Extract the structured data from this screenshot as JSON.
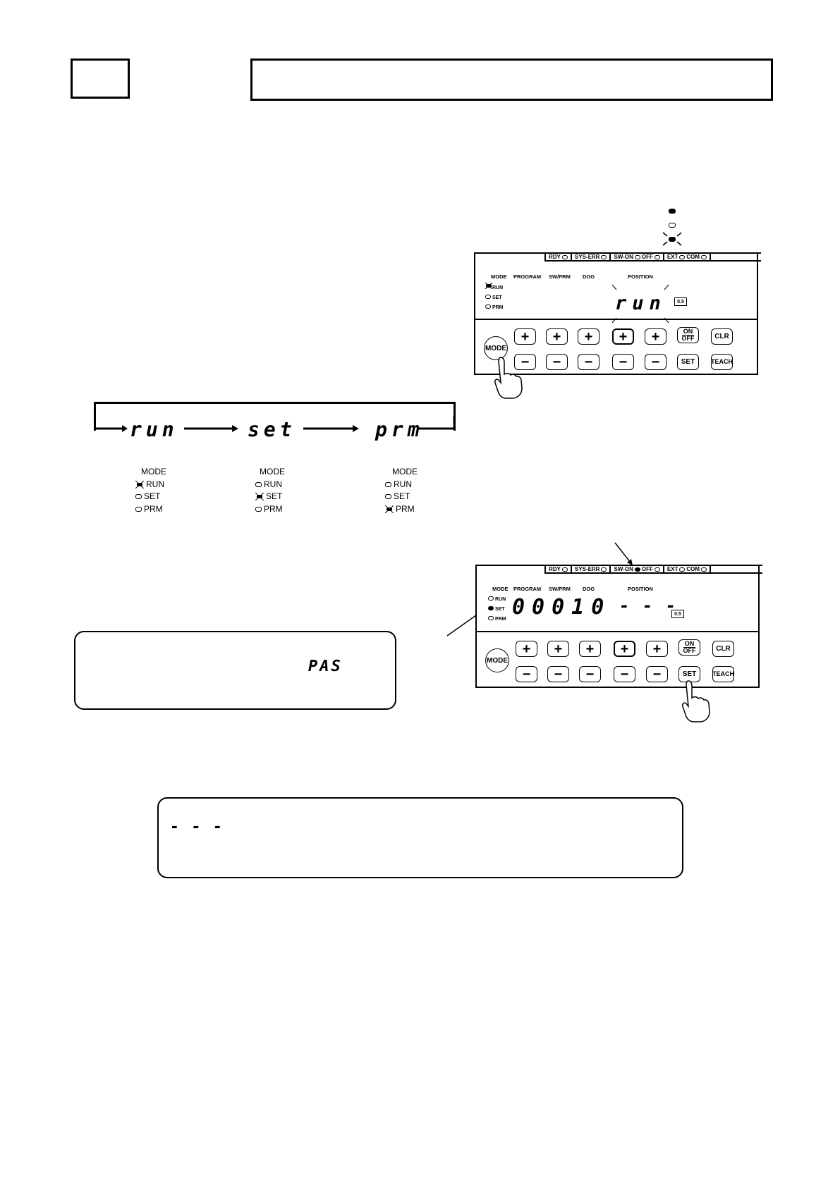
{
  "legend": {
    "states": [
      "on",
      "off",
      "blinking"
    ]
  },
  "panel_top": {
    "tabs": [
      "RDY",
      "SYS-ERR",
      "SW-ON",
      "OFF",
      "EXT",
      "COM"
    ],
    "headers": {
      "mode": "MODE",
      "program": "PROGRAM",
      "swprm": "SW/PRM",
      "dog": "DOG",
      "position": "POSITION"
    },
    "modes": [
      "RUN",
      "SET",
      "PRM"
    ],
    "display": "run",
    "small_box": "0.5",
    "keys": {
      "plus": "+",
      "minus": "−",
      "onoff_top": "ON",
      "onoff_bottom": "OFF",
      "clr": "CLR",
      "set": "SET",
      "teach": "TEACH",
      "mode": "MODE"
    }
  },
  "sequence": {
    "words": [
      "run",
      "set",
      "prm"
    ],
    "columns": [
      {
        "title": "MODE",
        "rows": [
          "RUN",
          "SET",
          "PRM"
        ],
        "active": 0
      },
      {
        "title": "MODE",
        "rows": [
          "RUN",
          "SET",
          "PRM"
        ],
        "active": 1
      },
      {
        "title": "MODE",
        "rows": [
          "RUN",
          "SET",
          "PRM"
        ],
        "active": 2
      }
    ]
  },
  "panel_bottom": {
    "tabs": [
      "RDY",
      "SYS-ERR",
      "SW-ON",
      "OFF",
      "EXT",
      "COM"
    ],
    "headers": {
      "mode": "MODE",
      "program": "PROGRAM",
      "swprm": "SW/PRM",
      "dog": "DOG",
      "position": "POSITION"
    },
    "modes": [
      "RUN",
      "SET",
      "PRM"
    ],
    "program_digits": "00010",
    "position_dashes": "- - -",
    "small_box": "0.5",
    "keys": {
      "plus": "+",
      "minus": "−",
      "onoff_top": "ON",
      "onoff_bottom": "OFF",
      "clr": "CLR",
      "set": "SET",
      "teach": "TEACH",
      "mode": "MODE"
    }
  },
  "note_left": {
    "segment_text": "PAS"
  },
  "note_bottom": {
    "segment_text": "- - -"
  }
}
